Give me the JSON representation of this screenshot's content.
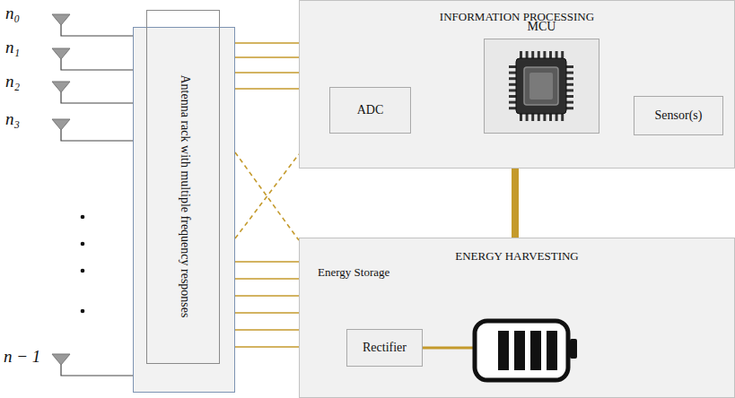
{
  "diagram": {
    "nodes": [
      {
        "text": [
          "Antenna rack with multiple frequency responses"
        ]
      },
      {
        "text": [
          "INFORMATION PROCESSING"
        ]
      },
      {
        "text": [
          "ADC"
        ],
        "in": 1
      },
      {
        "text": [
          "MCU"
        ],
        "in": 1
      },
      {
        "text": [
          "Sensor(s)"
        ],
        "in": 1
      },
      {
        "text": [
          "ENERGY HARVESTING",
          "Energy Storage"
        ]
      },
      {
        "text": [
          "Rectifier"
        ],
        "in": 5
      }
    ],
    "edges": [
      {
        "from": 0,
        "to": 1,
        "arrow": "none"
      },
      {
        "from": 0,
        "to": 1,
        "arrow": "none"
      },
      {
        "from": 0,
        "to": 1,
        "arrow": "none"
      },
      {
        "from": 0,
        "to": 1,
        "arrow": "none"
      },
      {
        "from": 0,
        "to": 1,
        "arrow": "none"
      },
      {
        "from": 0,
        "to": 5,
        "arrow": "none"
      },
      {
        "from": 0,
        "to": 5,
        "arrow": "none"
      },
      {
        "from": 0,
        "to": 5,
        "arrow": "none"
      },
      {
        "from": 0,
        "to": 5,
        "arrow": "none"
      },
      {
        "from": 0,
        "to": 5,
        "arrow": "none"
      },
      {
        "from": 0,
        "to": 5,
        "arrow": "none"
      },
      {
        "from": 0,
        "to": 5,
        "arrow": "none"
      },
      {
        "from": 2,
        "to": 3,
        "arrow": "none"
      },
      {
        "from": 3,
        "to": 4,
        "arrow": "none"
      },
      {
        "from": 3,
        "to": 5,
        "arrow": "none"
      }
    ],
    "labels": [
      "n₀",
      "n₁",
      "n₂",
      "n₃",
      "n − 1"
    ]
  }
}
